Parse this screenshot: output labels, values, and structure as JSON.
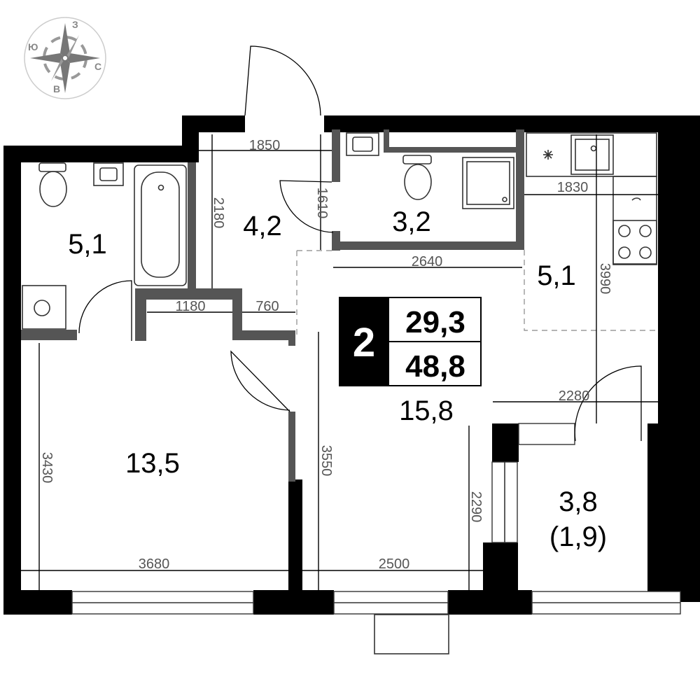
{
  "compass": {
    "n": "З",
    "w": "Ю",
    "e": "С",
    "s": "В"
  },
  "badge": {
    "rooms": "2",
    "living_area": "29,3",
    "total_area": "48,8"
  },
  "rooms": {
    "bathroom_left": "5,1",
    "hall": "4,2",
    "wc": "3,2",
    "kitchen": "5,1",
    "bedroom": "13,5",
    "living": "15,8",
    "balcony_area": "3,8",
    "balcony_reduced": "(1,9)"
  },
  "dimensions": {
    "d1850": "1850",
    "d2180": "2180",
    "d1610": "1610",
    "d1830": "1830",
    "d2640": "2640",
    "d3990": "3990",
    "d1180": "1180",
    "d760": "760",
    "d3430": "3430",
    "d3550": "3550",
    "d2280": "2280",
    "d2290": "2290",
    "d3680": "3680",
    "d2500": "2500"
  },
  "icons": [
    "compass-rose-icon",
    "toilet-icon",
    "sink-icon",
    "bathtub-icon",
    "shower-icon",
    "washing-machine-icon",
    "stove-icon",
    "ventilation-icon"
  ]
}
